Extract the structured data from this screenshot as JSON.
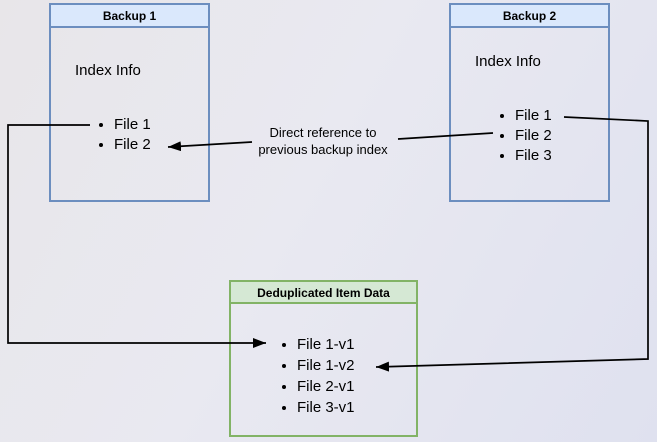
{
  "diagram": {
    "backup1": {
      "title": "Backup 1",
      "body_label": "Index Info",
      "files": [
        "File 1",
        "File 2"
      ]
    },
    "backup2": {
      "title": "Backup 2",
      "body_label": "Index Info",
      "files": [
        "File 1",
        "File 2",
        "File 3"
      ]
    },
    "dedup": {
      "title": "Deduplicated Item Data",
      "files": [
        "File 1-v1",
        "File 1-v2",
        "File 2-v1",
        "File 3-v1"
      ]
    },
    "arrow_label": {
      "line1": "Direct reference to",
      "line2": "previous backup index"
    },
    "colors": {
      "blue_border": "#6c8ebf",
      "blue_fill": "#dae8fc",
      "green_border": "#82b366",
      "green_fill": "#d5e8d4",
      "arrow": "#000000"
    }
  }
}
